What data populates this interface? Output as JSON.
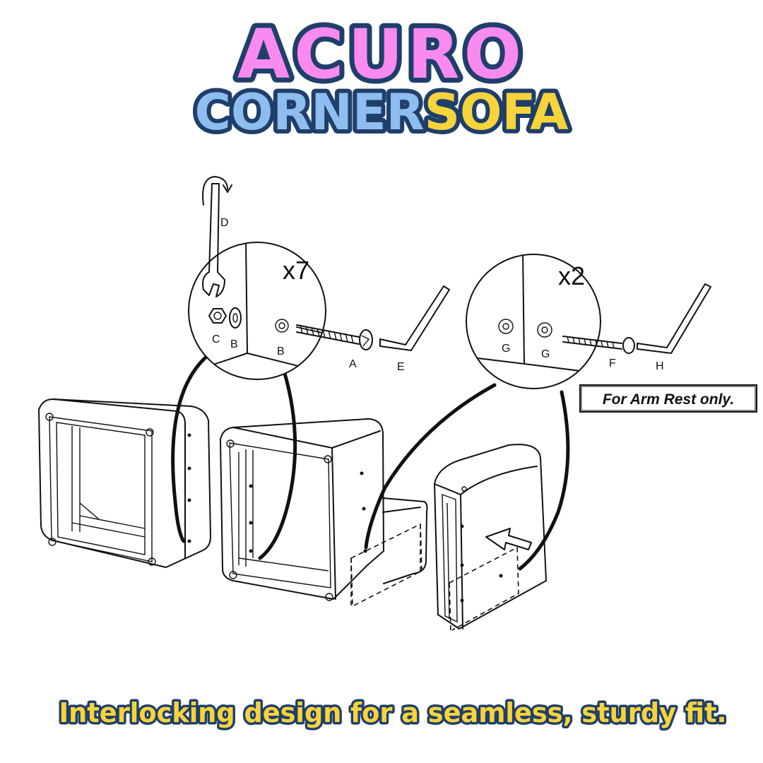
{
  "brand": {
    "line1": "ACURO",
    "line2_part1": "CORNER",
    "line2_part2": "SOFA"
  },
  "colors": {
    "pink": "#f98af0",
    "blue": "#8fbdf0",
    "yellow": "#f7d33c",
    "outline": "#1f3f6b"
  },
  "callouts": {
    "left": {
      "multiplier": "x7",
      "parts": {
        "a": "A",
        "b1": "B",
        "b2": "B",
        "c": "C",
        "d": "D",
        "e": "E"
      }
    },
    "right": {
      "multiplier": "x2",
      "parts": {
        "f": "F",
        "g1": "G",
        "g2": "G",
        "h": "H"
      }
    }
  },
  "note": "For Arm Rest only.",
  "tagline": "Interlocking design for a seamless, sturdy fit."
}
